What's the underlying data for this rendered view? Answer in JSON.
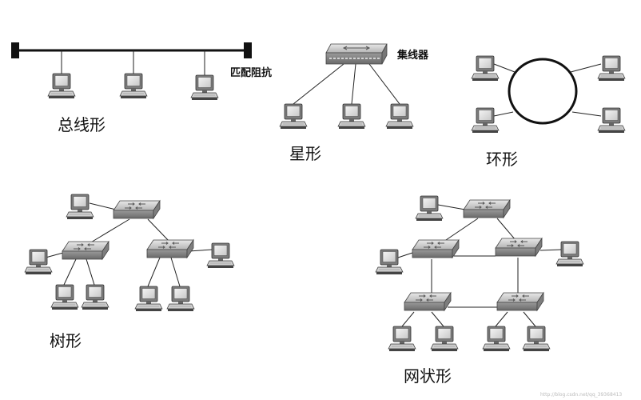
{
  "labels": {
    "bus": "总线形",
    "terminator": "匹配阻抗",
    "star": "星形",
    "hub": "集线器",
    "ring": "环形",
    "tree": "树形",
    "mesh": "网状形"
  },
  "watermark": "http://blog.csdn.net/qq_39368413",
  "icons": {
    "computer": "desktop-computer-icon",
    "switch": "network-switch-icon",
    "hub": "network-hub-icon"
  },
  "colors": {
    "line": "#222222",
    "device_light": "#d8d8d8",
    "device_dark": "#8a8a8a"
  }
}
